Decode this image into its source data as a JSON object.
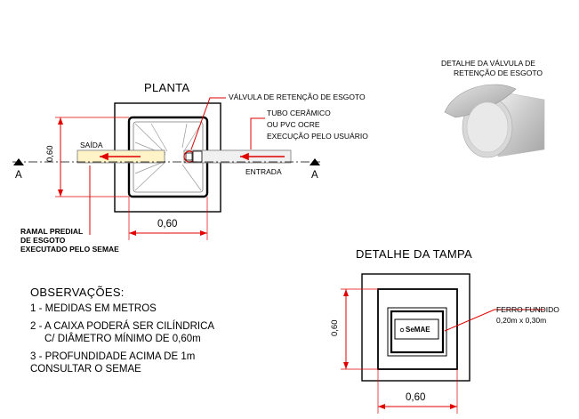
{
  "planta": {
    "title": "PLANTA",
    "valve_label": "VÁLVULA DE RETENÇÃO DE ESGOTO",
    "pipe_label_1": "TUBO CERÂMICO",
    "pipe_label_2": "OU PVC OCRE",
    "pipe_label_3": "EXECUÇÃO PELO USUÁRIO",
    "saida": "SAÍDA",
    "entrada": "ENTRADA",
    "section_left": "A",
    "section_right": "A",
    "dim_vertical": "0,60",
    "dim_horizontal": "0,60",
    "ramal_1": "RAMAL PREDIAL",
    "ramal_2": "DE ESGOTO",
    "ramal_3": "EXECUTADO PELO SEMAE"
  },
  "valve_detail": {
    "title_1": "DETALHE DA VÁLVULA DE",
    "title_2": "RETENÇÃO DE ESGOTO"
  },
  "tampa": {
    "title": "DETALHE DA TAMPA",
    "ferro_1": "FERRO FUNDIDO",
    "ferro_2": "0,20m x 0,30m",
    "logo_text": "SeMAE",
    "dim_vertical": "0,60",
    "dim_horizontal": "0,60"
  },
  "observacoes": {
    "title": "OBSERVAÇÕES:",
    "item1": "1 - MEDIDAS EM METROS",
    "item2_1": "2 - A CAIXA PODERÁ SER CILÍNDRICA",
    "item2_2": "C/ DIÂMETRO MÍNIMO DE 0,60m",
    "item3_1": "3 - PROFUNDIDADE ACIMA DE 1m",
    "item3_2": "CONSULTAR O SEMAE"
  },
  "colors": {
    "annotation": "#e00000",
    "line": "#000000",
    "pipe_fill": "#fff3c8"
  }
}
